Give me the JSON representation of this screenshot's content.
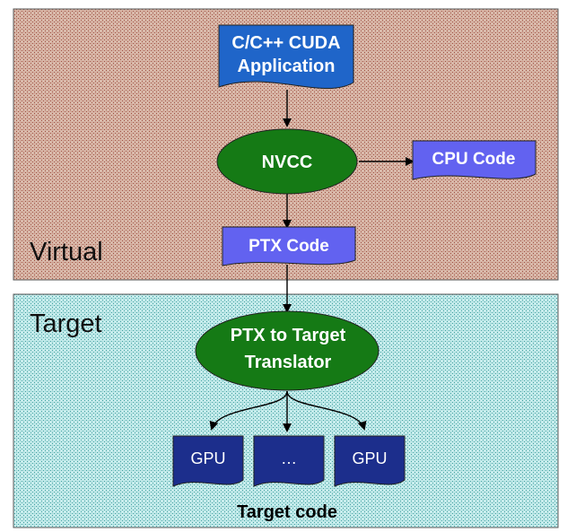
{
  "regions": {
    "virtual_label": "Virtual",
    "target_label": "Target"
  },
  "nodes": {
    "app_line1": "C/C++ CUDA",
    "app_line2": "Application",
    "nvcc": "NVCC",
    "cpu_code": "CPU Code",
    "ptx_code": "PTX Code",
    "translator_line1": "PTX to Target",
    "translator_line2": "Translator",
    "gpu_left": "GPU",
    "gpu_middle": "…",
    "gpu_right": "GPU",
    "target_code": "Target code"
  },
  "colors": {
    "virtual_bg": "#d8b8a8",
    "virtual_pattern": "#a45a4a",
    "target_bg": "#bfe8e8",
    "target_pattern": "#4aa8a8",
    "app_fill": "#1f65c9",
    "ellipse_fill": "#157a15",
    "code_fill": "#6262f0",
    "gpu_fill": "#1c2e8c"
  }
}
